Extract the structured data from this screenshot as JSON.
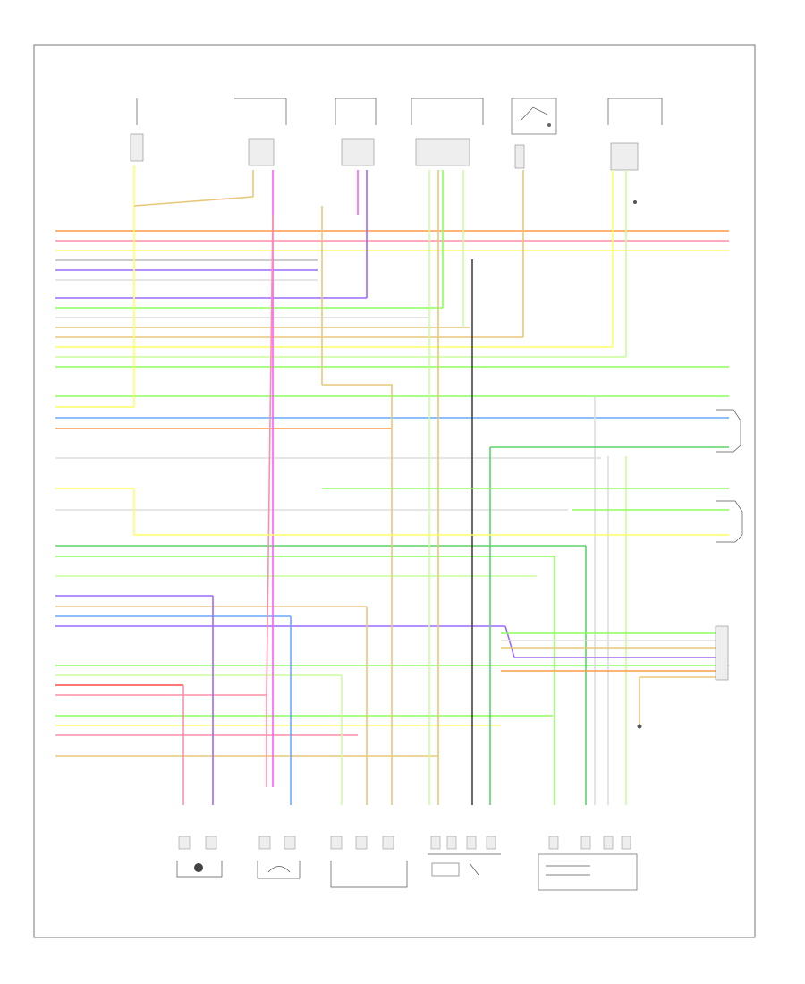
{
  "diagram": {
    "footer": "",
    "top_components": [
      {
        "id": "lf-pre",
        "label": ""
      },
      {
        "id": "lr-pre",
        "label": ""
      },
      {
        "id": "o2-catalyst",
        "label": ""
      },
      {
        "id": "ecm-upper",
        "label": ""
      },
      {
        "id": "oil-switch",
        "label": ""
      },
      {
        "id": "rf-post",
        "label": ""
      }
    ],
    "bottom_components": [
      {
        "id": "knock",
        "label": ""
      },
      {
        "id": "cam-sensor",
        "label": ""
      },
      {
        "id": "throttle-pos",
        "label": ""
      },
      {
        "id": "mass-airflow",
        "label": ""
      },
      {
        "id": "ecm-lower",
        "label": ""
      }
    ],
    "right_components": [
      {
        "id": "upper-splice",
        "label": ""
      },
      {
        "id": "heater-relay",
        "label": ""
      },
      {
        "id": "evap-valve",
        "label": ""
      },
      {
        "id": "right-connector",
        "label": ""
      },
      {
        "id": "ground-splice",
        "label": ""
      }
    ],
    "wire_colors": {
      "orange": "#ff9a4a",
      "pink": "#ff8fa8",
      "yellow": "#ffff66",
      "gray": "#bbbbbb",
      "violet": "#9b6bff",
      "green": "#8cff5a",
      "tan": "#e8c77a",
      "white": "#dddddd",
      "blue": "#6aa8ff",
      "darkgreen": "#5ad46a",
      "red": "#ff4a4a",
      "magenta": "#ff5aff",
      "black": "#444444",
      "lightgreen": "#c8ff9a"
    }
  }
}
